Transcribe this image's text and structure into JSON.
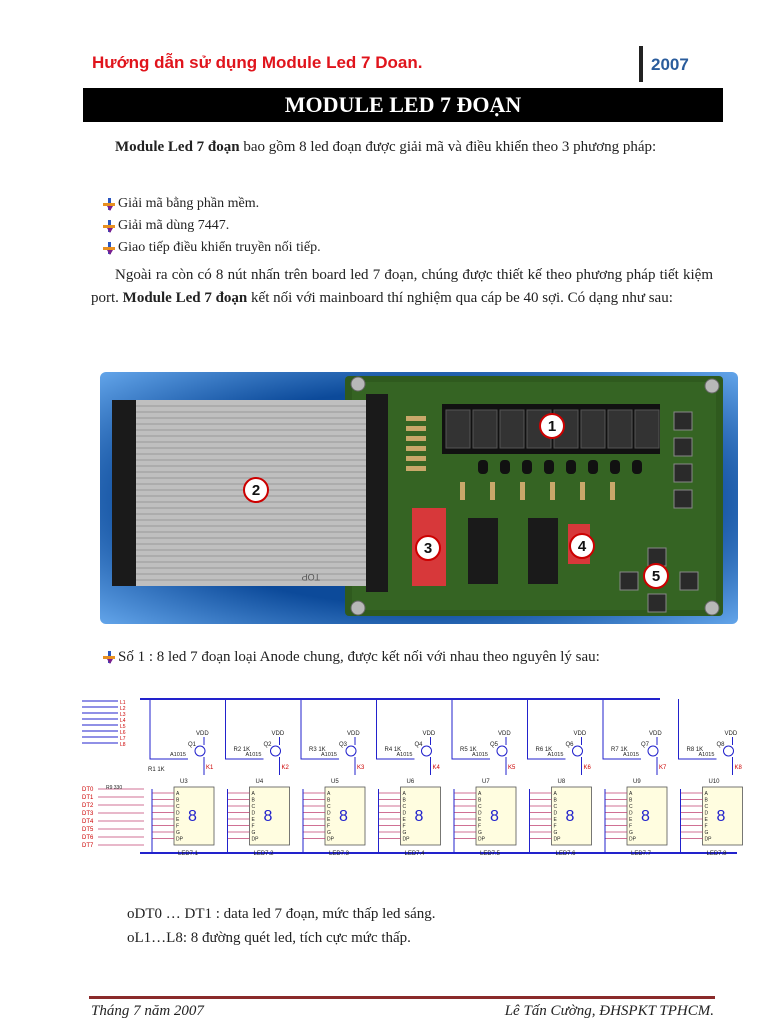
{
  "header": {
    "title": "Hướng dẫn sử dụng Module Led 7 Doan.",
    "year": "2007"
  },
  "title": "MODULE LED 7 ĐOẠN",
  "intro": {
    "bold": "Module Led 7 đoạn",
    "rest": "  bao gồm 8 led đoạn được giải mã và điều khiển theo 3 phương pháp:"
  },
  "methods": [
    "Giải mã bằng phần mềm.",
    "Giải mã dùng 7447.",
    "Giao tiếp điều khiển truyền nối tiếp."
  ],
  "para2": {
    "part1": "Ngoài ra còn có 8 nút nhấn trên board led 7 đoạn, chúng được thiết kế theo phương pháp tiết kiệm port. ",
    "bold": "Module Led 7 đoạn",
    "part2": " kết nối với mainboard thí nghiệm qua cáp be 40 sợi. Có dạng như sau:"
  },
  "photo": {
    "callouts": [
      "1",
      "2",
      "3",
      "4",
      "5"
    ],
    "cable_text": "TOP"
  },
  "bullet2": "Số 1 : 8 led 7 đoạn loại Anode chung, được kết nối với nhau theo nguyên lý sau:",
  "schematic": {
    "vdd": "VDD",
    "transistor": "A1015",
    "data_lines": [
      "DT0",
      "DT1",
      "DT2",
      "DT3",
      "DT4",
      "DT5",
      "DT6",
      "DT7"
    ],
    "scan_lines": [
      "L1",
      "L2",
      "L3",
      "L4",
      "L5",
      "L6",
      "L7",
      "L8"
    ],
    "q_labels": [
      "Q1",
      "Q2",
      "Q3",
      "Q4",
      "Q5",
      "Q6",
      "Q7",
      "Q8"
    ],
    "r_labels": [
      "R1  1K",
      "R2 1K",
      "R3 1K",
      "R4 1K",
      "R5 1K",
      "R6 1K",
      "R7 1K",
      "R8 1K"
    ],
    "k_labels": [
      "K1",
      "K2",
      "K3",
      "K4",
      "K5",
      "K6",
      "K7",
      "K8"
    ],
    "u_labels": [
      "U3",
      "U4",
      "U5",
      "U6",
      "U7",
      "U8",
      "U9",
      "U10"
    ],
    "led_labels": [
      "LED7.1",
      "LED7.2",
      "LED7.3",
      "LED7.4",
      "LED7.5",
      "LED7.6",
      "LED7.7",
      "LED7.8"
    ],
    "seg_letters": [
      "A",
      "B",
      "C",
      "D",
      "E",
      "F",
      "G",
      "DP"
    ],
    "resistor_array": "R9 330"
  },
  "sub_items": [
    "DT0 … DT1 : data led 7 đoạn, mức thấp led sáng.",
    "L1…L8: 8 đường quét led, tích cực mức thấp."
  ],
  "sub_marker": "o",
  "footer": {
    "left": "Tháng 7 năm 2007",
    "right": "Lê Tấn Cường, ĐHSPKT TPHCM."
  }
}
